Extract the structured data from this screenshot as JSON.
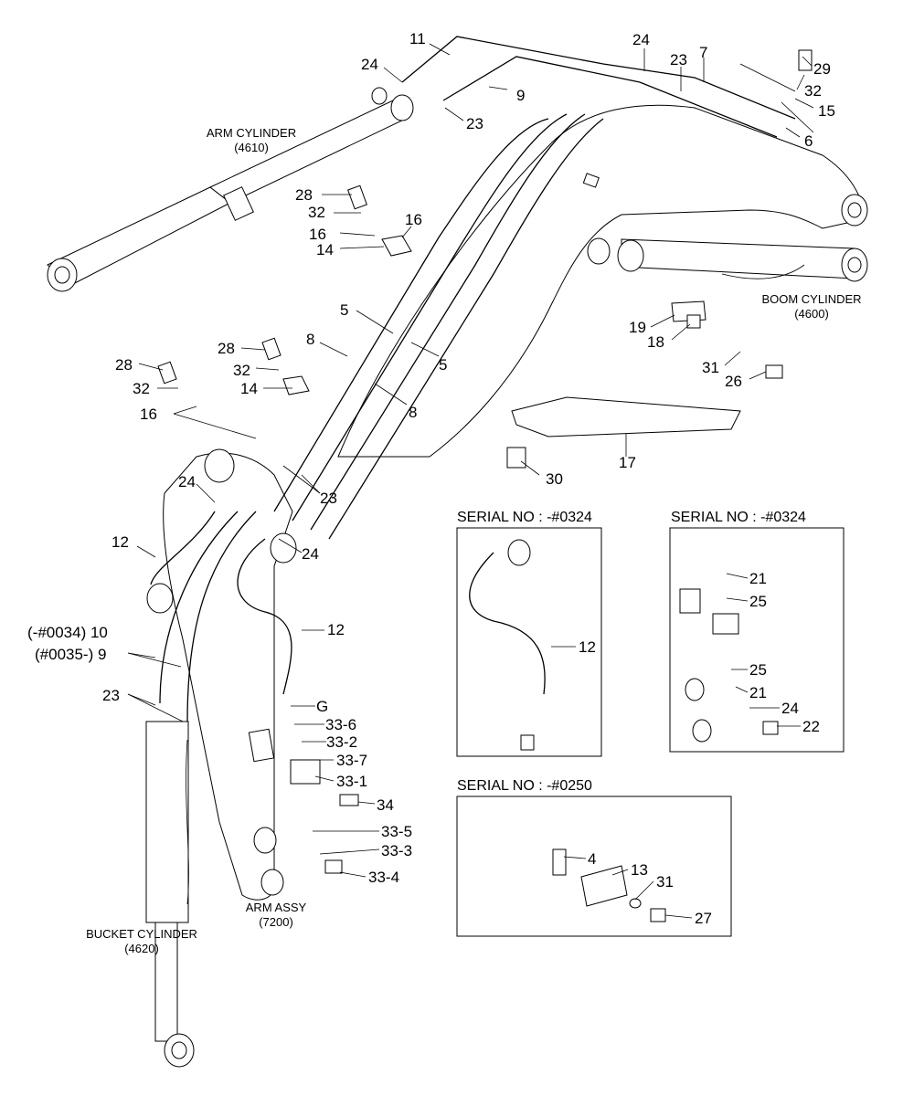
{
  "components": {
    "arm_cylinder": [
      "ARM CYLINDER",
      "(4610)"
    ],
    "boom_cylinder": [
      "BOOM CYLINDER",
      "(4600)"
    ],
    "bucket_cylinder": [
      "BUCKET CYLINDER",
      "(4620)"
    ],
    "arm_assy": [
      "ARM ASSY",
      "(7200)"
    ]
  },
  "insets": [
    {
      "title": "SERIAL NO : -#0324"
    },
    {
      "title": "SERIAL NO : -#0324"
    },
    {
      "title": "SERIAL NO : -#0250"
    }
  ],
  "callouts": [
    "11",
    "24",
    "9",
    "23",
    "24",
    "23",
    "7",
    "29",
    "32",
    "15",
    "6",
    "28",
    "32",
    "16",
    "16",
    "14",
    "5",
    "5",
    "8",
    "8",
    "28",
    "32",
    "14",
    "28",
    "32",
    "16",
    "19",
    "18",
    "31",
    "26",
    "17",
    "30",
    "24",
    "23",
    "12",
    "24",
    "12",
    "(-#0034) 10",
    "(#0035-) 9",
    "23",
    "G",
    "33-6",
    "33-2",
    "33-7",
    "33-1",
    "34",
    "33-5",
    "33-3",
    "33-4",
    "12",
    "21",
    "25",
    "25",
    "21",
    "24",
    "22",
    "4",
    "13",
    "31",
    "27"
  ]
}
